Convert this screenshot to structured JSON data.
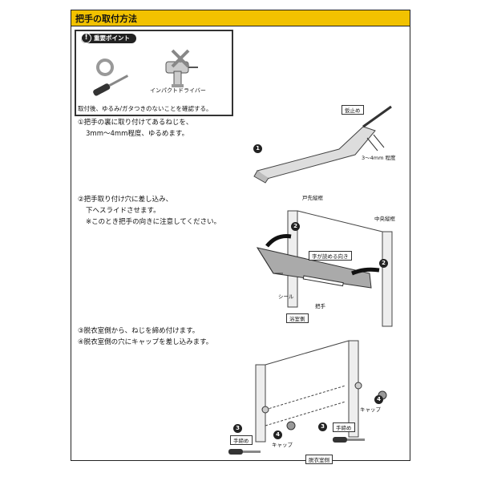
{
  "title": "把手の取付方法",
  "point": {
    "badge": "重要ポイント",
    "excl": "!",
    "impact_driver": "インパクトドライバー",
    "caption": "取付後、ゆるみ/ガタつきのないことを確認する。"
  },
  "steps": {
    "s1": [
      "①把手の裏に取り付けてあるねじを、",
      "3mm〜4mm程度、ゆるめます。"
    ],
    "s2": [
      "②把手取り付け穴に差し込み、",
      "下へスライドさせます。",
      "※このとき把手の向きに注意してください。"
    ],
    "s3": [
      "③脱衣室側から、ねじを締め付けます。",
      "④脱衣室側の穴にキャップを差し込みます。"
    ]
  },
  "labels": {
    "kari_dome": "仮止め",
    "gap": "3～4mm 程度",
    "tosaki": "戸先縦框",
    "chuo": "中央縦框",
    "arrow_text": "字が読める向き",
    "seal": "シール",
    "handle": "把手",
    "yokushitsu": "浴室側",
    "datsui": "脱衣室側",
    "cap": "キャップ",
    "tejime": "手締め",
    "n1": "1",
    "n2": "2",
    "n3": "3",
    "n4": "4"
  }
}
